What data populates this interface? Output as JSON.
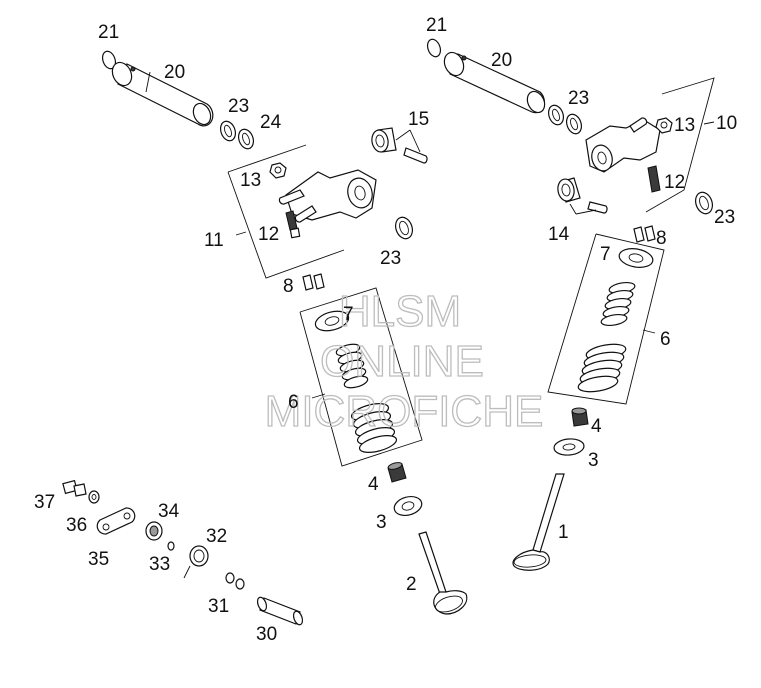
{
  "watermark": {
    "line1": "HLSM",
    "line2": "ONLINE",
    "line3": "MICROFICHE"
  },
  "callouts": {
    "n1": "1",
    "n2": "2",
    "n3": "3",
    "n4": "4",
    "n6": "6",
    "n7": "7",
    "n8": "8",
    "n10": "10",
    "n11": "11",
    "n12": "12",
    "n13": "13",
    "n14": "14",
    "n15": "15",
    "n20": "20",
    "n21": "21",
    "n23": "23",
    "n24": "24",
    "n30": "30",
    "n31": "31",
    "n32": "32",
    "n33": "33",
    "n34": "34",
    "n35": "35",
    "n36": "36",
    "n37": "37"
  }
}
